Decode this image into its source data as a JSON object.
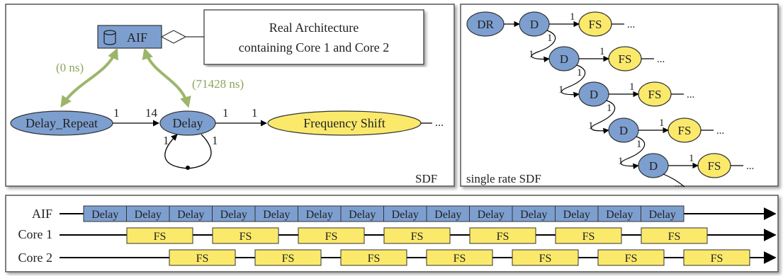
{
  "sdf_panel": {
    "label": "SDF",
    "aif_label": "AIF",
    "arch_text_line1": "Real Architecture",
    "arch_text_line2": "containing Core 1 and Core 2",
    "link_left_time": "(0 ns)",
    "link_right_time": "(71428 ns)",
    "node_delay_repeat": "Delay_Repeat",
    "node_delay": "Delay",
    "node_freq_shift": "Frequency Shift",
    "rate_dr_out": "1",
    "rate_delay_in": "14",
    "rate_delay_out": "1",
    "rate_fs_in": "1",
    "rate_loop_left": "1",
    "rate_loop_right": "1",
    "ellipsis": "..."
  },
  "srsdf_panel": {
    "label": "single rate SDF",
    "node_dr": "DR",
    "node_d": "D",
    "node_fs": "FS",
    "rate": "1",
    "ellipsis": "...",
    "ellipsis_vertical": "..."
  },
  "timeline": {
    "rows": [
      {
        "label": "AIF"
      },
      {
        "label": "Core 1"
      },
      {
        "label": "Core 2"
      }
    ],
    "aif_block_label": "Delay",
    "fs_block_label": "FS",
    "aif_block_count": 14,
    "core1_block_count": 7,
    "core2_block_count": 7
  },
  "colors": {
    "blue_fill": "#7d9fd0",
    "yellow_fill": "#fbe96b",
    "green_link": "#9db56a",
    "panel_border": "#555555"
  }
}
